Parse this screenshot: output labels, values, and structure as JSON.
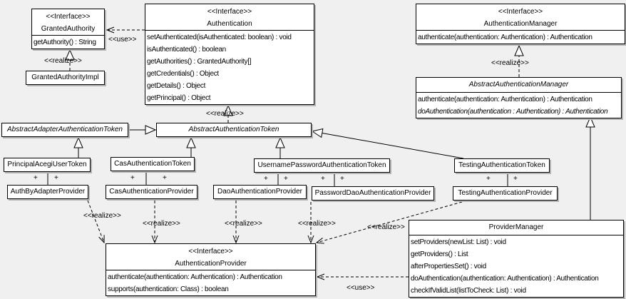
{
  "diagram": {
    "kind": "uml-class-diagram",
    "subject": "Acegi/Spring Security authentication classes"
  },
  "colors": {
    "background": "#f0f0f0",
    "box_fill": "#ffffff",
    "line": "#000000",
    "shadow": "#b4b4b4"
  },
  "labels": {
    "use": "<<use>>",
    "realize": "<<realize>>",
    "plus": "+"
  },
  "classes": {
    "grantedAuthority": {
      "stereotype": "<<Interface>>",
      "name": "GrantedAuthority",
      "methods": [
        "getAuthority() : String"
      ]
    },
    "grantedAuthorityImpl": {
      "name": "GrantedAuthorityImpl"
    },
    "authentication": {
      "stereotype": "<<Interface>>",
      "name": "Authentication",
      "methods": [
        "setAuthenticated(isAuthenticated: boolean) : void",
        "isAuthenticated() : boolean",
        "getAuthorities() : GrantedAuthority[]",
        "getCredentials() : Object",
        "getDetails() : Object",
        "getPrincipal() : Object"
      ]
    },
    "authenticationManager": {
      "stereotype": "<<Interface>>",
      "name": "AuthenticationManager",
      "methods": [
        "authenticate(authentication: Authentication) : Authentication"
      ]
    },
    "abstractAuthenticationManager": {
      "name": "AbstractAuthenticationManager",
      "abstract": true,
      "methods": [
        "authenticate(authentication: Authentication) : Authentication",
        "doAuthentication(authentication : Authentication) : Authentication"
      ]
    },
    "abstractAdapterAuthenticationToken": {
      "name": "AbstractAdapterAuthenticationToken",
      "abstract": true
    },
    "abstractAuthenticationToken": {
      "name": "AbstractAuthenticationToken",
      "abstract": true
    },
    "principalAcegiUserToken": {
      "name": "PrincipalAcegiUserToken"
    },
    "casAuthenticationToken": {
      "name": "CasAuthenticationToken"
    },
    "usernamePasswordAuthenticationToken": {
      "name": "UsernamePasswordAuthenticationToken"
    },
    "testingAuthenticationToken": {
      "name": "TestingAuthenticationToken"
    },
    "authByAdapterProvider": {
      "name": "AuthByAdapterProvider"
    },
    "casAuthenticationProvider": {
      "name": "CasAuthenticationProvider"
    },
    "daoAuthenticationProvider": {
      "name": "DaoAuthenticationProvider"
    },
    "passwordDaoAuthenticationProvider": {
      "name": "PasswordDaoAuthenticationProvider"
    },
    "testingAuthenticationProvider": {
      "name": "TestingAuthenticationProvider"
    },
    "authenticationProvider": {
      "stereotype": "<<Interface>>",
      "name": "AuthenticationProvider",
      "methods": [
        "authenticate(authentication: Authentication) : Authentication",
        "supports(authentication: Class) : boolean"
      ]
    },
    "providerManager": {
      "name": "ProviderManager",
      "methods": [
        "setProviders(newList: List) : void",
        "getProviders() : List",
        "afterPropertiesSet() : void",
        "doAuthentication(authentication: Authentication) : Authentication",
        "checkIfValidList(listToCheck: List) : void"
      ]
    }
  },
  "edges": [
    {
      "from": "Authentication",
      "to": "GrantedAuthority",
      "type": "use",
      "label": "<<use>>"
    },
    {
      "from": "GrantedAuthorityImpl",
      "to": "GrantedAuthority",
      "type": "realize",
      "label": "<<realize>>"
    },
    {
      "from": "AbstractAuthenticationToken",
      "to": "Authentication",
      "type": "realize",
      "label": "<<realize>>"
    },
    {
      "from": "AbstractAuthenticationManager",
      "to": "AuthenticationManager",
      "type": "realize",
      "label": "<<realize>>"
    },
    {
      "from": "AbstractAdapterAuthenticationToken",
      "to": "AbstractAuthenticationToken",
      "type": "generalization"
    },
    {
      "from": "PrincipalAcegiUserToken",
      "to": "AbstractAdapterAuthenticationToken",
      "type": "generalization"
    },
    {
      "from": "CasAuthenticationToken",
      "to": "AbstractAuthenticationToken",
      "type": "generalization"
    },
    {
      "from": "UsernamePasswordAuthenticationToken",
      "to": "AbstractAuthenticationToken",
      "type": "generalization"
    },
    {
      "from": "TestingAuthenticationToken",
      "to": "AbstractAuthenticationToken",
      "type": "generalization"
    },
    {
      "from": "ProviderManager",
      "to": "AbstractAuthenticationManager",
      "type": "generalization"
    },
    {
      "from": "PrincipalAcegiUserToken",
      "to": "AuthByAdapterProvider",
      "type": "association",
      "end_labels": [
        "+",
        "+"
      ]
    },
    {
      "from": "CasAuthenticationToken",
      "to": "CasAuthenticationProvider",
      "type": "association",
      "end_labels": [
        "+",
        "+"
      ]
    },
    {
      "from": "UsernamePasswordAuthenticationToken",
      "to": "DaoAuthenticationProvider",
      "type": "association",
      "end_labels": [
        "+",
        "+"
      ]
    },
    {
      "from": "UsernamePasswordAuthenticationToken",
      "to": "PasswordDaoAuthenticationProvider",
      "type": "association",
      "end_labels": [
        "+",
        "+"
      ]
    },
    {
      "from": "TestingAuthenticationToken",
      "to": "TestingAuthenticationProvider",
      "type": "association",
      "end_labels": [
        "+",
        "+"
      ]
    },
    {
      "from": "AuthByAdapterProvider",
      "to": "AuthenticationProvider",
      "type": "realize",
      "label": "<<realize>>"
    },
    {
      "from": "CasAuthenticationProvider",
      "to": "AuthenticationProvider",
      "type": "realize",
      "label": "<<realize>>"
    },
    {
      "from": "DaoAuthenticationProvider",
      "to": "AuthenticationProvider",
      "type": "realize",
      "label": "<<realize>>"
    },
    {
      "from": "PasswordDaoAuthenticationProvider",
      "to": "AuthenticationProvider",
      "type": "realize",
      "label": "<<realize>>"
    },
    {
      "from": "TestingAuthenticationProvider",
      "to": "AuthenticationProvider",
      "type": "realize",
      "label": "<<realize>>"
    },
    {
      "from": "ProviderManager",
      "to": "AuthenticationProvider",
      "type": "use",
      "label": "<<use>>"
    }
  ]
}
